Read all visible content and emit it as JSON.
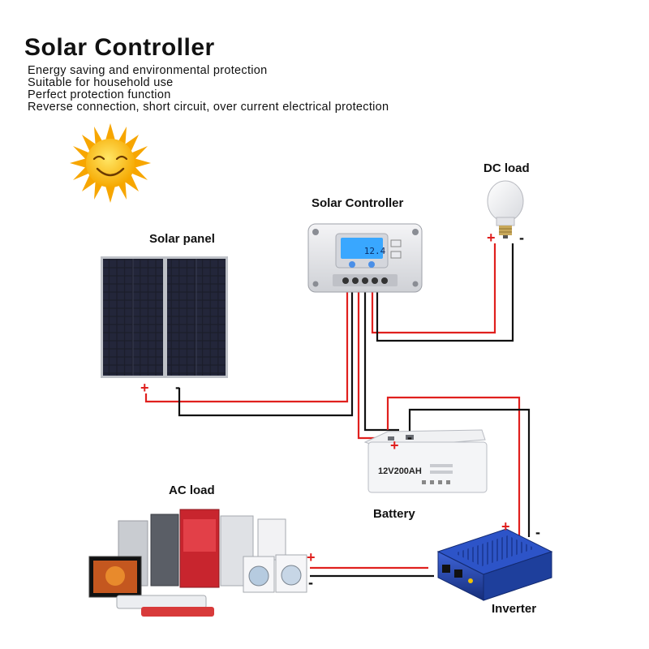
{
  "header": {
    "title": "Solar Controller",
    "features": [
      "Energy saving and environmental protection",
      "Suitable for household use",
      "Perfect protection function",
      "Reverse connection, short circuit, over current electrical protection"
    ]
  },
  "labels": {
    "dc_load": "DC load",
    "solar_controller": "Solar Controller",
    "solar_panel": "Solar panel",
    "ac_load": "AC load",
    "battery": "Battery",
    "inverter": "Inverter"
  },
  "symbols": {
    "plus": "+",
    "minus": "-"
  },
  "battery_text": "12V200AH",
  "lcd_text": "12.4",
  "colors": {
    "positive_wire": "#e0201e",
    "negative_wire": "#111111",
    "sun": "#f5b400",
    "lcd": "#39a7ff",
    "inverter": "#1e3f9c"
  }
}
